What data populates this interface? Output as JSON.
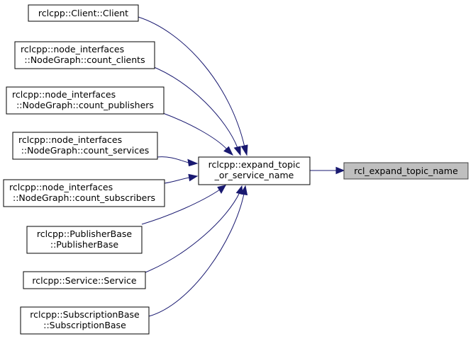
{
  "nodes": {
    "client": {
      "lines": [
        "rclcpp::Client::Client"
      ]
    },
    "count_clients": {
      "lines": [
        "rclcpp::node_interfaces",
        "::NodeGraph::count_clients"
      ]
    },
    "count_publishers": {
      "lines": [
        "rclcpp::node_interfaces",
        "::NodeGraph::count_publishers"
      ]
    },
    "count_services": {
      "lines": [
        "rclcpp::node_interfaces",
        "::NodeGraph::count_services"
      ]
    },
    "count_subscribers": {
      "lines": [
        "rclcpp::node_interfaces",
        "::NodeGraph::count_subscribers"
      ]
    },
    "publisher_base": {
      "lines": [
        "rclcpp::PublisherBase",
        "::PublisherBase"
      ]
    },
    "service": {
      "lines": [
        "rclcpp::Service::Service"
      ]
    },
    "subscription_base": {
      "lines": [
        "rclcpp::SubscriptionBase",
        "::SubscriptionBase"
      ]
    },
    "expand": {
      "lines": [
        "rclcpp::expand_topic",
        "_or_service_name"
      ]
    },
    "rcl_expand": {
      "lines": [
        "rcl_expand_topic_name"
      ]
    }
  },
  "edges": [
    {
      "from": "expand",
      "to": "rcl_expand"
    },
    {
      "from": "client",
      "to": "expand"
    },
    {
      "from": "count_clients",
      "to": "expand"
    },
    {
      "from": "count_publishers",
      "to": "expand"
    },
    {
      "from": "count_services",
      "to": "expand"
    },
    {
      "from": "count_subscribers",
      "to": "expand"
    },
    {
      "from": "publisher_base",
      "to": "expand"
    },
    {
      "from": "service",
      "to": "expand"
    },
    {
      "from": "subscription_base",
      "to": "expand"
    }
  ],
  "colors": {
    "edge": "#191970",
    "focus_fill": "#bfbfbf",
    "node_fill": "#ffffff",
    "node_stroke": "#000000"
  }
}
